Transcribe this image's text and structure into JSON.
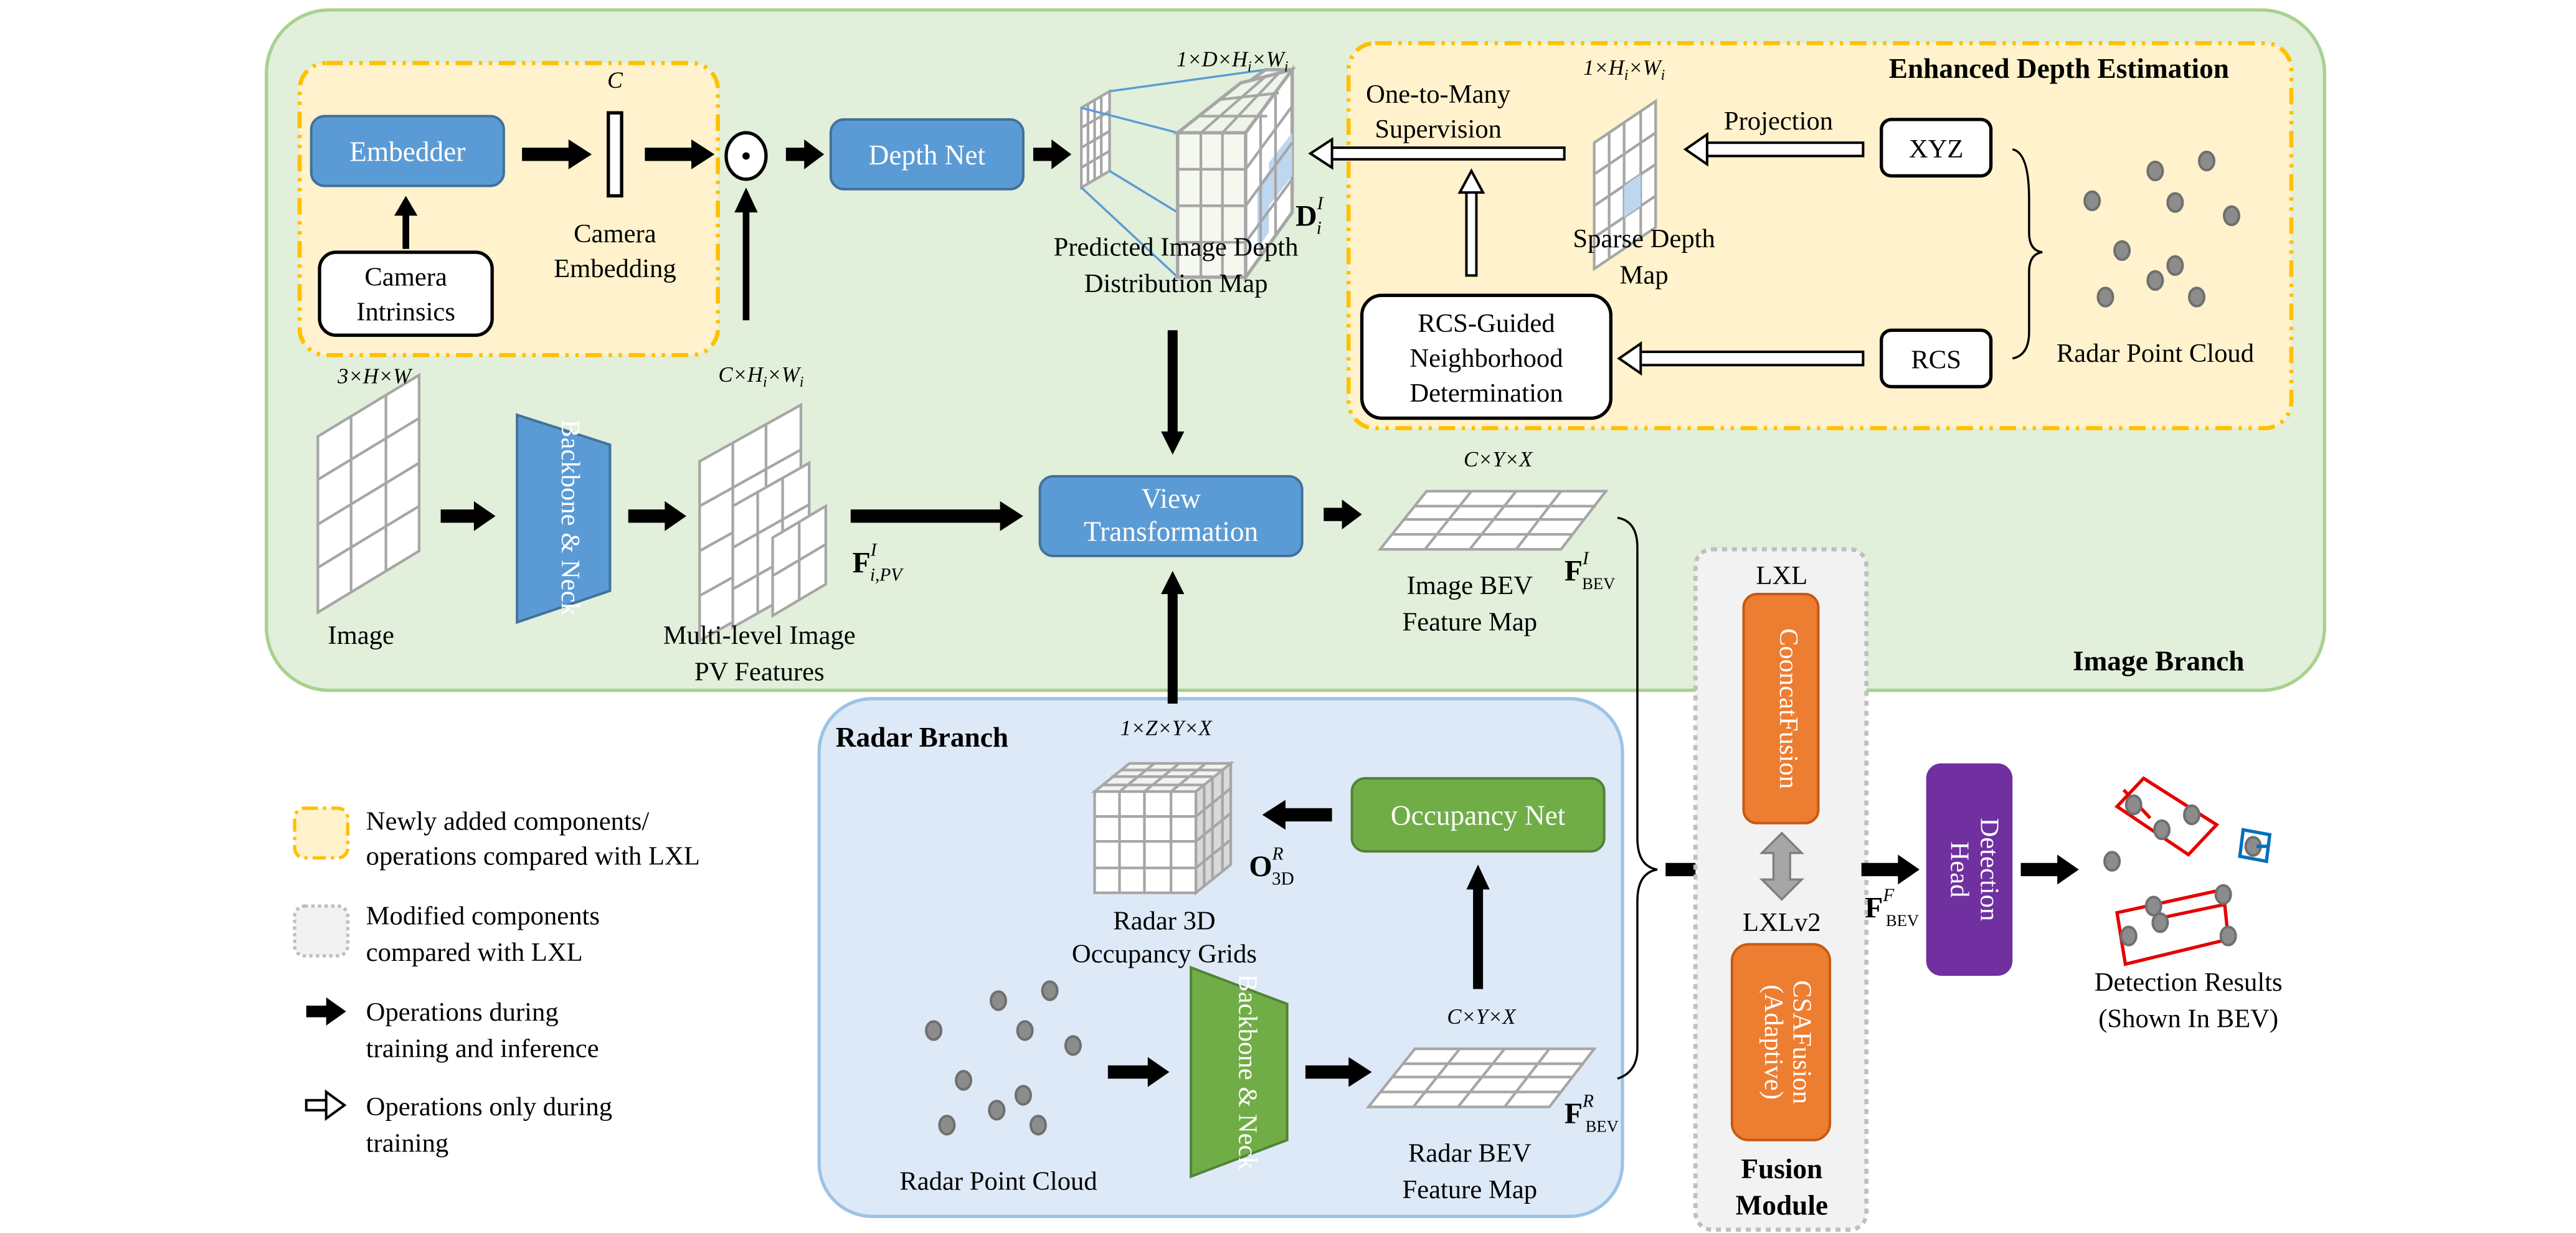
{
  "image_branch": {
    "title": "Image Branch",
    "camera_block": {
      "embedder": "Embedder",
      "camera_intrinsics": [
        "Camera",
        "Intrinsics"
      ],
      "camera_embedding": [
        "Camera",
        "Embedding"
      ],
      "embedding_dim": "C",
      "operator_symbol": "⊙"
    },
    "depth_net": "Depth Net",
    "depth_map": {
      "shape": "1×D×H",
      "shape_tail": "i",
      "shape_w": "×W",
      "shape_w_tail": "i",
      "symbol": "D",
      "symbol_sup": "I",
      "symbol_sub": "i",
      "label": [
        "Predicted Image Depth",
        "Distribution Map"
      ]
    },
    "input_image": {
      "shape": "3×H×W",
      "label": "Image"
    },
    "backbone": "Backbone & Neck",
    "pv_features": {
      "shape": "C×H",
      "shape_tail": "i",
      "shape_w": "×W",
      "shape_w_tail": "i",
      "label": [
        "Multi-level Image",
        "PV Features"
      ],
      "symbol": "F",
      "symbol_sup": "I",
      "symbol_sub": "i,PV"
    },
    "view_transformation": [
      "View",
      "Transformation"
    ],
    "bev_map": {
      "shape": "C×Y×X",
      "label": [
        "Image BEV",
        "Feature Map"
      ],
      "symbol": "F",
      "symbol_sup": "I",
      "symbol_sub": "BEV"
    }
  },
  "enhanced_depth": {
    "title": "Enhanced Depth Estimation",
    "one_to_many": [
      "One-to-Many",
      "Supervision"
    ],
    "sparse_depth": {
      "shape": "1×H",
      "shape_tail": "i",
      "shape_w": "×W",
      "shape_w_tail": "i",
      "label": [
        "Sparse Depth",
        "Map"
      ]
    },
    "projection": "Projection",
    "xyz": "XYZ",
    "rcs": "RCS",
    "rcs_guided": [
      "RCS-Guided",
      "Neighborhood",
      "Determination"
    ],
    "radar_point_cloud": "Radar Point Cloud"
  },
  "radar_branch": {
    "title": "Radar Branch",
    "occupancy_shape": "1×Z×Y×X",
    "occupancy_label": [
      "Radar 3D",
      "Occupancy Grids"
    ],
    "occupancy_symbol": "O",
    "occupancy_sup": "R",
    "occupancy_sub": "3D",
    "occupancy_net": "Occupancy Net",
    "point_cloud": "Radar Point Cloud",
    "backbone": "Backbone & Neck",
    "bev_shape": "C×Y×X",
    "bev_label": [
      "Radar BEV",
      "Feature Map"
    ],
    "bev_symbol": "F",
    "bev_sup": "R",
    "bev_sub": "BEV"
  },
  "fusion_module": {
    "title": [
      "Fusion",
      "Module"
    ],
    "lxl": "LXL",
    "lxl_fusion": "CooncatFusion",
    "lxlv2": "LXLv2",
    "lxlv2_fusion": [
      "CSAFusion",
      "(Adaptive)"
    ],
    "output_symbol": "F",
    "output_sup": "F",
    "output_sub": "BEV"
  },
  "detection": {
    "head": [
      "Detection",
      "Head"
    ],
    "results": [
      "Detection Results",
      "(Shown In BEV)"
    ]
  },
  "legend": [
    {
      "icon": "yellow-dashdot-box",
      "text": [
        "Newly added components/",
        "operations compared with LXL"
      ]
    },
    {
      "icon": "gray-dotted-box",
      "text": [
        "Modified components",
        "compared with LXL"
      ]
    },
    {
      "icon": "solid-arrow",
      "text": [
        "Operations during",
        "training and inference"
      ]
    },
    {
      "icon": "hollow-arrow",
      "text": [
        "Operations only during",
        "training"
      ]
    }
  ],
  "colors": {
    "image_branch_bg": "#e2efda",
    "image_branch_border": "#a9d18e",
    "radar_branch_bg": "#dde9f6",
    "radar_branch_border": "#9dc3e6",
    "new_component_bg": "#fff2cc",
    "new_component_border": "#ffc000",
    "modified_bg": "#f2f2f2",
    "modified_border": "#bfbfbf",
    "blue_block": "#5b9bd5",
    "green_block": "#70ad47",
    "orange_block": "#ed7d31",
    "purple_block": "#7030a0",
    "box_red": "#e60000",
    "box_blue": "#0070c0"
  }
}
